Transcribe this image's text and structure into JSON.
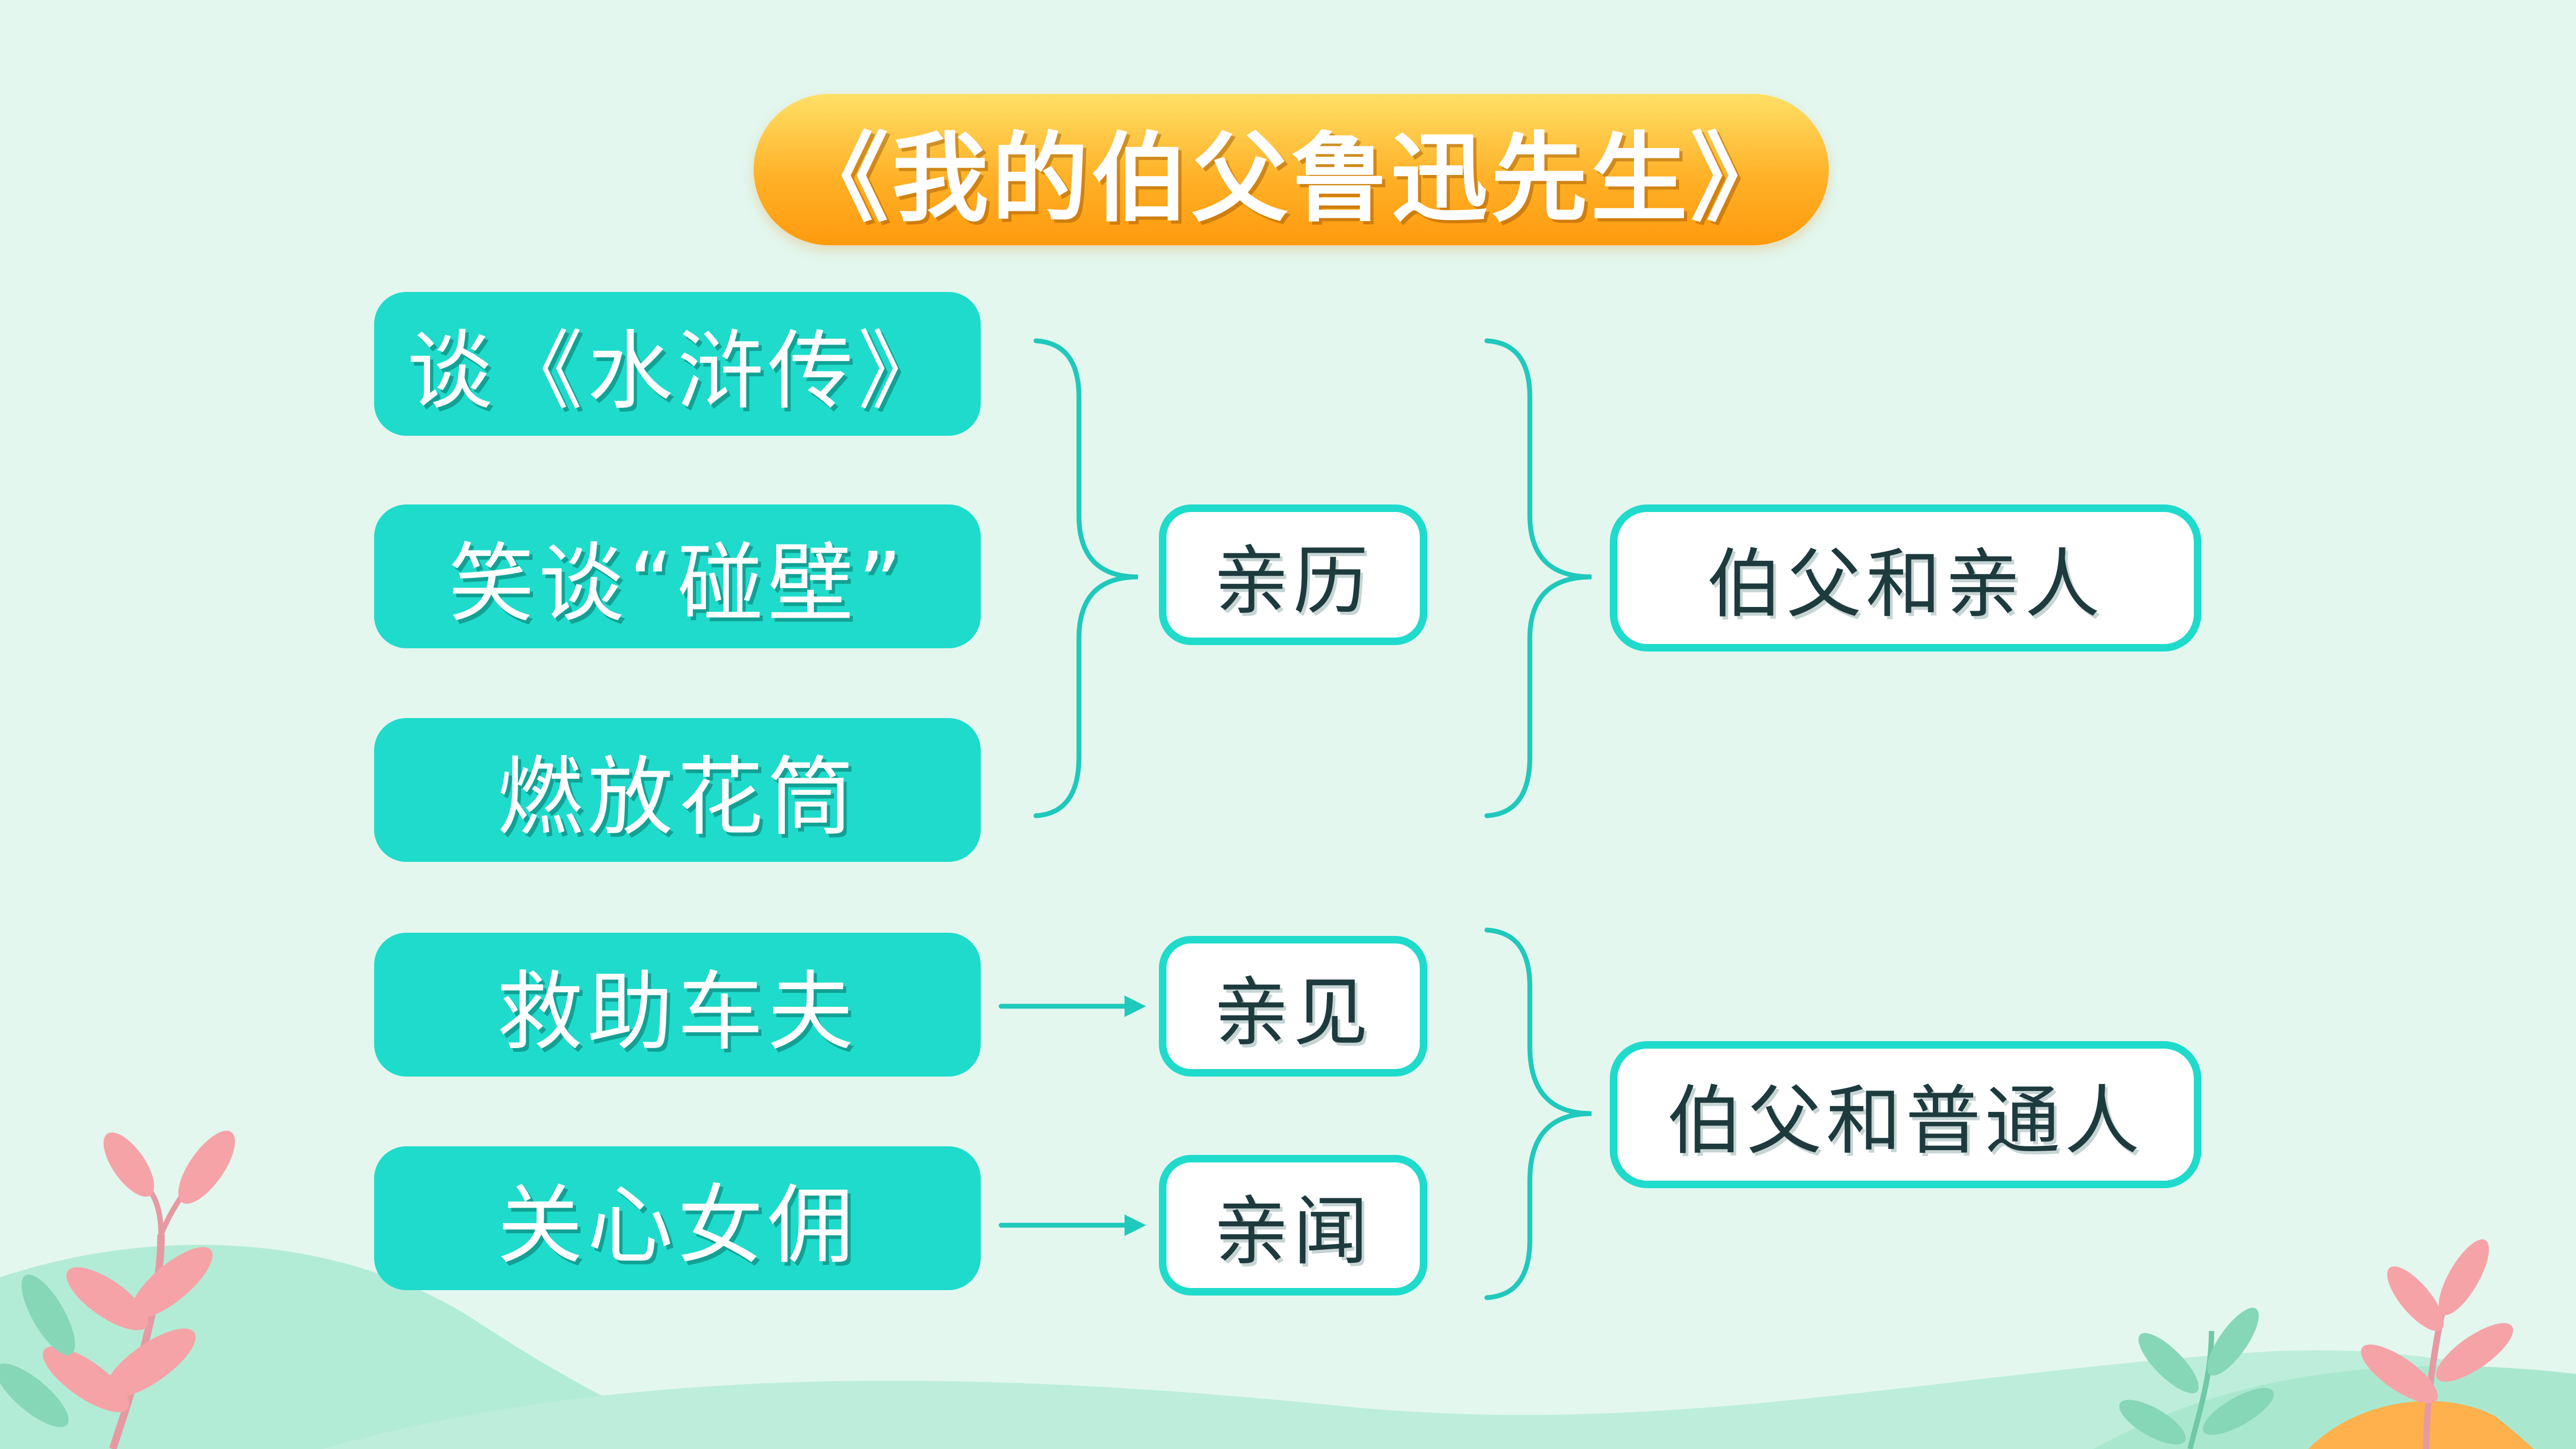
{
  "title": "《我的伯父鲁迅先生》",
  "events": [
    "谈《水浒传》",
    "笑谈“碰壁”",
    "燃放花筒",
    "救助车夫",
    "关心女佣"
  ],
  "ways": [
    "亲历",
    "亲见",
    "亲闻"
  ],
  "relations": [
    "伯父和亲人",
    "伯父和普通人"
  ],
  "colors": {
    "background": "#e3f7ef",
    "accent_teal": "#1fdbcb",
    "title_orange": "#ffa51c",
    "leaf_pink": "#f6a3a8",
    "leaf_green": "#86d7b8",
    "hill_green": "#a9e8cf"
  }
}
